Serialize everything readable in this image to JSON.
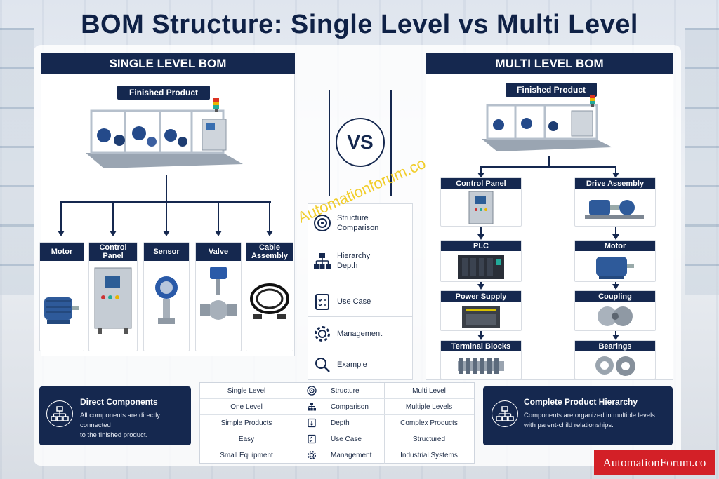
{
  "title": "BOM Structure: Single Level vs Multi Level",
  "watermark": "Automationforum.co",
  "brand": "AutomationForum.co",
  "vs": "VS",
  "single": {
    "heading": "SINGLE LEVEL BOM",
    "root": "Finished Product",
    "components": [
      "Motor",
      "Control Panel",
      "Sensor",
      "Valve",
      "Cable Assembly"
    ]
  },
  "multi": {
    "heading": "MULTI LEVEL BOM",
    "root": "Finished Product",
    "branch_a": {
      "name": "Control Panel",
      "children": [
        "PLC",
        "Power Supply",
        "Terminal Blocks"
      ]
    },
    "branch_b": {
      "name": "Drive Assembly",
      "children": [
        "Motor",
        "Coupling",
        "Bearings"
      ]
    }
  },
  "criteria": [
    {
      "label": "Structure Comparison",
      "icon": "target-icon"
    },
    {
      "label": "Hierarchy Depth",
      "icon": "hierarchy-icon"
    },
    {
      "label": "Use Case",
      "icon": "checklist-icon"
    },
    {
      "label": "Management",
      "icon": "gear-icon"
    },
    {
      "label": "Example",
      "icon": "search-icon"
    }
  ],
  "table": [
    {
      "single": "Single Level",
      "criterion": "Structure",
      "multi": "Multi Level"
    },
    {
      "single": "One Level",
      "criterion": "Comparison",
      "multi": "Multiple Levels"
    },
    {
      "single": "Simple Products",
      "criterion": "Depth",
      "multi": "Complex Products"
    },
    {
      "single": "Easy",
      "criterion": "Use Case",
      "multi": "Structured"
    },
    {
      "single": "Small Equipment",
      "criterion": "Management",
      "multi": "Industrial Systems"
    }
  ],
  "info_single": {
    "title": "Direct Components",
    "desc_line1": "All components are directly connected",
    "desc_line2": "to the finished product."
  },
  "info_multi": {
    "title": "Complete Product Hierarchy",
    "desc_line1": "Components are organized in multiple levels",
    "desc_line2": "with parent-child relationships."
  },
  "colors": {
    "navy": "#15284f",
    "brand_red": "#d32027",
    "watermark": "#f0c814"
  }
}
